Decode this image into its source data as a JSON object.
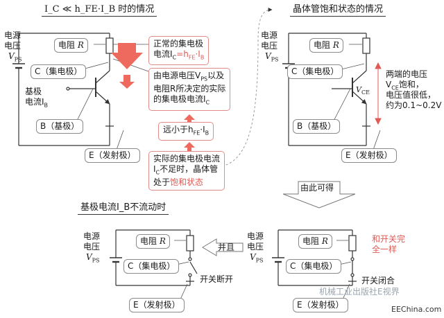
{
  "sections": {
    "top_left_title": "I_C ≪ h_FE·I_B 时的情况",
    "top_right_title": "晶体管饱和状态的情况",
    "bottom_left_title": "基极电流I_B不流动时",
    "therefore": "由此可得",
    "and_label": "并且"
  },
  "circuit_labels": {
    "power_l1": "电源",
    "power_l2": "电压",
    "vps": "V",
    "vps_sub": "PS",
    "resistor": "电阻",
    "resistor_r": "R",
    "collector": "C（集电极）",
    "base": "B（基极）",
    "emitter": "E（发射极）",
    "base_current_l1": "基极",
    "base_current_l2": "电流I",
    "base_current_sub": "B",
    "switch_open": "开关断开",
    "switch_closed": "开关闭合"
  },
  "notes": {
    "normal_collector_l1": "正常的集电极",
    "normal_collector_l2": "电流I",
    "normal_collector_l2_sub": "C",
    "normal_collector_l2_eq": "=h",
    "normal_collector_l2_sub2": "FE",
    "normal_collector_l2_tail": "·I",
    "normal_collector_l2_sub3": "B",
    "actual_by_vps_l1": "由电源电压V",
    "actual_by_vps_l1_sub": "PS",
    "actual_by_vps_l1_tail": "以及",
    "actual_by_vps_l2": "电阻R所决定的实际",
    "actual_by_vps_l3": "的集电极电流I",
    "actual_by_vps_l3_sub": "C",
    "much_less": "远小于h",
    "much_less_sub": "FE",
    "much_less_tail": "·I",
    "much_less_sub2": "B",
    "insufficient_l1": "实际的集电极电流",
    "insufficient_l2": "I",
    "insufficient_l2_sub": "C",
    "insufficient_l2_tail": "不足时，晶体管",
    "insufficient_l3": "处于",
    "insufficient_l3_red": "饱和状态",
    "vce_l1": "两端的电压",
    "vce_l2": "V",
    "vce_l2_sub": "CE",
    "vce_l2_tail": "饱和，",
    "vce_l3": "电压值很低，",
    "vce_l4": "约为0.1~0.2V",
    "vce_label": "V",
    "vce_label_sub": "CE",
    "same_as_switch_l1": "和开关完",
    "same_as_switch_l2": "全一样"
  },
  "watermark": {
    "publisher": "机械工业出版社E视界",
    "site": "EEChina.com"
  },
  "colors": {
    "accent_red": "#e05a55",
    "arrow_red": "#ef6a5e",
    "line": "#333333",
    "box_border": "#8a8a8a"
  }
}
